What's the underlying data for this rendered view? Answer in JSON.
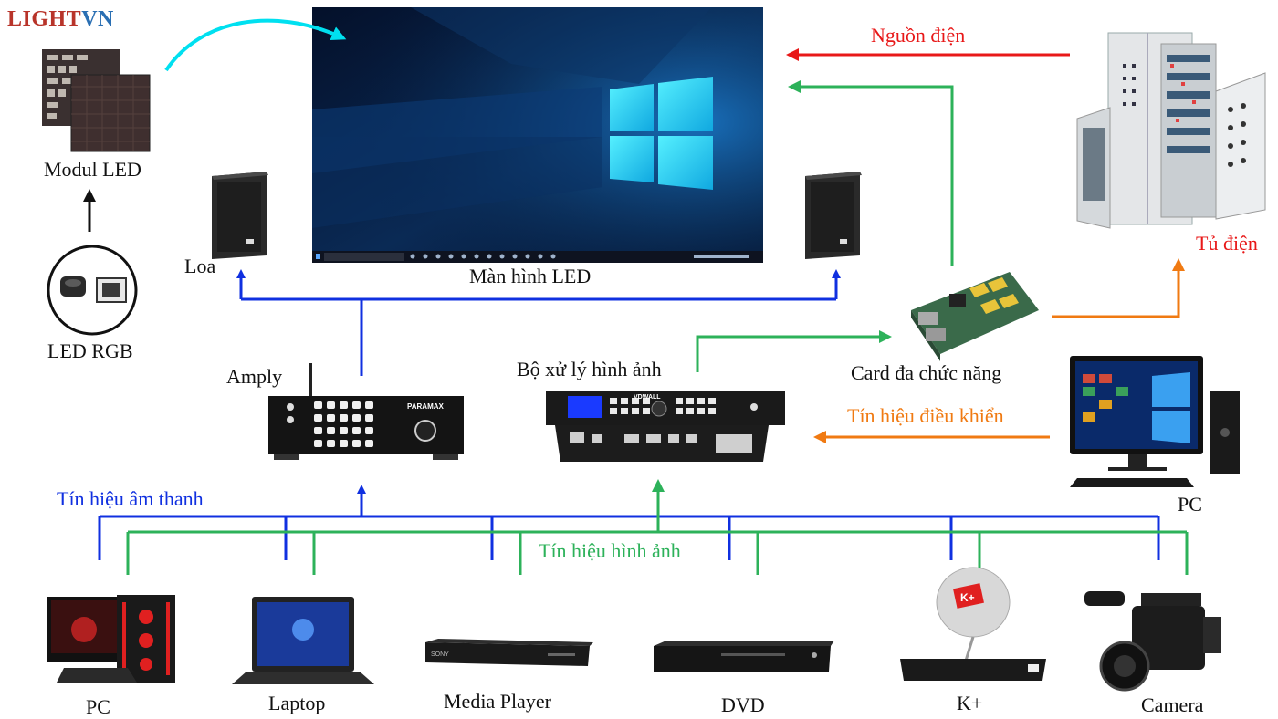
{
  "logo": {
    "part1": "LIGHT",
    "part2": "VN"
  },
  "labels": {
    "modul_led": "Modul LED",
    "led_rgb": "LED RGB",
    "loa": "Loa",
    "man_hinh_led": "Màn hình LED",
    "amply": "Amply",
    "bo_xu_ly": "Bộ xử lý hình ảnh",
    "card": "Card đa chức năng",
    "tu_dien": "Tủ điện",
    "nguon_dien": "Nguồn điện",
    "tin_hieu_dieu_khien": "Tín hiệu điều khiển",
    "pc_right": "PC",
    "tin_hieu_am_thanh": "Tín hiệu âm thanh",
    "tin_hieu_hinh_anh": "Tín hiệu hình ảnh"
  },
  "sources": [
    "PC",
    "Laptop",
    "Media Player",
    "DVD",
    "K+",
    "Camera"
  ],
  "device_text": {
    "amp_brand": "PARAMAX",
    "processor_brand": "VDWALL",
    "kplus": "K+",
    "sony": "SONY"
  },
  "colors": {
    "audio": "#1030e0",
    "video": "#2db25a",
    "power": "#e81818",
    "control": "#f07a12",
    "module": "#00e0f0"
  }
}
